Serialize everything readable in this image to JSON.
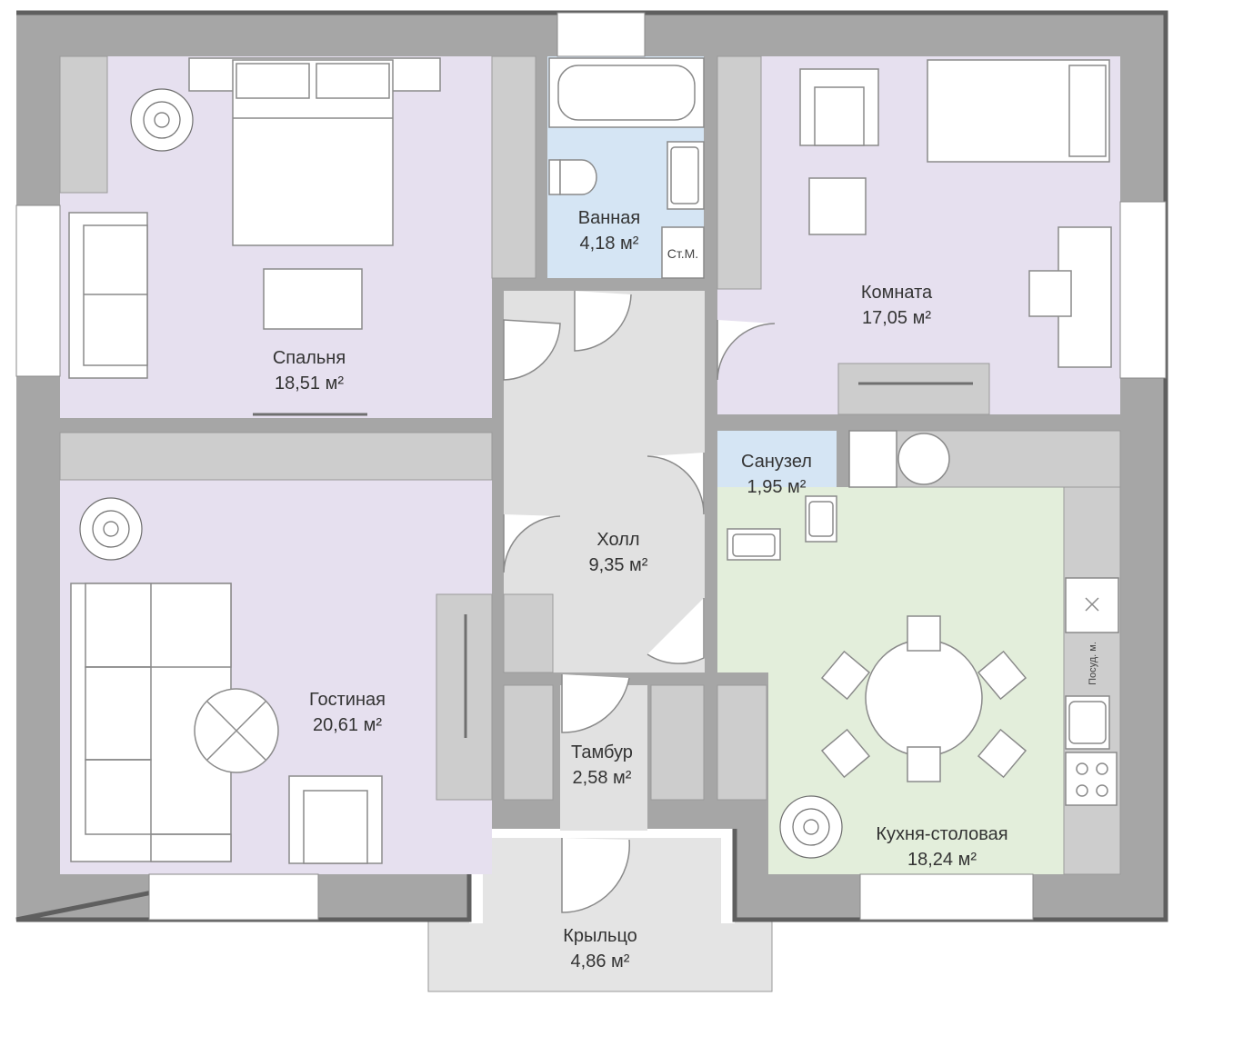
{
  "colors": {
    "wall": "#a6a6a6",
    "wall_dark": "#5f5f5f",
    "bedroom": "#e6e0ef",
    "wet": "#d5e5f4",
    "hall": "#e1e1e1",
    "kitchen": "#e3eedb",
    "porch": "#e4e4e4",
    "furniture": "#ffffff",
    "furniture_stroke": "#8a8a8a",
    "closet": "#cdcdcd",
    "text": "#333333"
  },
  "rooms": {
    "bedroom": {
      "name": "Спальня",
      "area": "18,51 м²"
    },
    "bathroom": {
      "name": "Ванная",
      "area": "4,18 м²"
    },
    "room": {
      "name": "Комната",
      "area": "17,05 м²"
    },
    "wc": {
      "name": "Санузел",
      "area": "1,95 м²"
    },
    "hall": {
      "name": "Холл",
      "area": "9,35 м²"
    },
    "living": {
      "name": "Гостиная",
      "area": "20,61 м²"
    },
    "vestibule": {
      "name": "Тамбур",
      "area": "2,58 м²"
    },
    "kitchen": {
      "name": "Кухня-столовая",
      "area": "18,24 м²"
    },
    "porch": {
      "name": "Крыльцо",
      "area": "4,86 м²"
    }
  },
  "fixtures": {
    "washing_machine": "Ст.М.",
    "dishwasher": "Посуд. м."
  }
}
